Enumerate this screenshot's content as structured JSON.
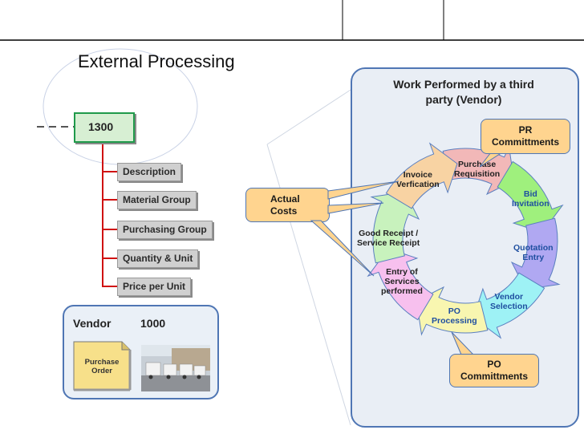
{
  "title": "External Processing",
  "material_number": "1300",
  "material_fields": [
    "Description",
    "Material Group",
    "Purchasing Group",
    "Quantity & Unit",
    "Price per Unit"
  ],
  "vendor": {
    "label": "Vendor",
    "number": "1000",
    "document": [
      "Purchase",
      "Order"
    ]
  },
  "actual_costs": [
    "Actual",
    "Costs"
  ],
  "panel_title": [
    "Work Performed by a third",
    "party (Vendor)"
  ],
  "cycle_stages": [
    {
      "lines": [
        "Purchase",
        "Requisition"
      ],
      "color": "#f2b8b8"
    },
    {
      "lines": [
        "Bid",
        "Invitation"
      ],
      "color": "#9ff07d"
    },
    {
      "lines": [
        "Quotation",
        "Entry"
      ],
      "color": "#b0a8f2"
    },
    {
      "lines": [
        "Vendor",
        "Selection"
      ],
      "color": "#9ef2f5"
    },
    {
      "lines": [
        "PO",
        "Processing"
      ],
      "color": "#f8f6b0"
    },
    {
      "lines": [
        "Entry of",
        "Services",
        "performed"
      ],
      "color": "#f7c0ee"
    },
    {
      "lines": [
        "Good Receipt /",
        "Service Receipt"
      ],
      "color": "#c8f2bd"
    },
    {
      "lines": [
        "Invoice",
        "Verfication"
      ],
      "color": "#f8d3a3"
    }
  ],
  "pr_commitments": [
    "PR",
    "Committments"
  ],
  "po_commitments": [
    "PO",
    "Committments"
  ],
  "colors": {
    "panel_border": "#4f76b4",
    "panel_fill": "#e9eef5",
    "callout_fill": "#ffd48f",
    "tree_line": "#d01010",
    "material_box": "#d7efd3",
    "material_border": "#1f9a4a"
  }
}
